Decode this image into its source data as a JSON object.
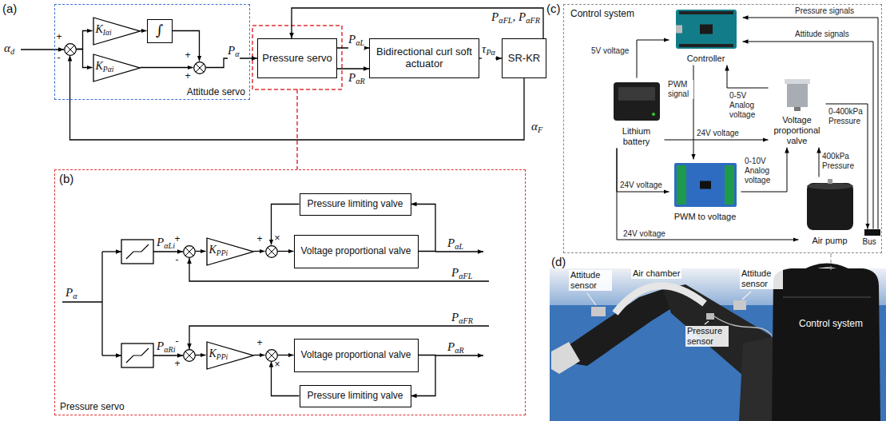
{
  "diagram": {
    "nodes": [
      {
        "text": [
          "Attitude servo"
        ]
      },
      {
        "text": [
          "+",
          "-"
        ],
        "in": 0
      },
      {
        "text": [
          "KIαi"
        ],
        "in": 0
      },
      {
        "text": [
          "∫"
        ],
        "in": 0
      },
      {
        "text": [
          "KPαi"
        ],
        "in": 0
      },
      {
        "text": [
          "+",
          "+"
        ],
        "in": 0
      },
      {
        "text": [
          "Pressure servo"
        ]
      },
      {
        "text": [
          "Bidirectional curl soft actuator"
        ]
      },
      {
        "text": [
          "SR-KR"
        ]
      },
      {
        "text": [
          "Pressure servo"
        ]
      },
      {
        "text": [
          "Pressure limiting valve"
        ],
        "in": 9
      },
      {
        "text": [
          "+",
          "-"
        ],
        "in": 9
      },
      {
        "text": [
          "KPPi"
        ],
        "in": 9
      },
      {
        "text": [
          "×",
          "+"
        ],
        "in": 9
      },
      {
        "text": [
          "Voltage proportional valve"
        ],
        "in": 9
      },
      {
        "text": [
          "-",
          "+"
        ],
        "in": 9
      },
      {
        "text": [
          "KPPi"
        ],
        "in": 9
      },
      {
        "text": [
          "+",
          "×"
        ],
        "in": 9
      },
      {
        "text": [
          "Voltage proportional valve"
        ],
        "in": 9
      },
      {
        "text": [
          "Pressure limiting valve"
        ],
        "in": 9
      },
      {
        "text": [
          "Control system"
        ]
      },
      {
        "text": [
          "Controller"
        ],
        "in": 20
      },
      {
        "text": [
          "Lithium battery"
        ],
        "in": 20
      },
      {
        "text": [
          "PWM to voltage"
        ],
        "in": 20
      },
      {
        "text": [
          "Voltage proportional valve"
        ],
        "in": 20
      },
      {
        "text": [
          "Air pump"
        ],
        "in": 20
      },
      {
        "text": [
          "Bus"
        ],
        "in": 20
      }
    ],
    "edges": [
      {
        "from": 1,
        "to": 2,
        "arrow": "to"
      },
      {
        "from": 1,
        "to": 4,
        "arrow": "to"
      },
      {
        "from": 2,
        "to": 3,
        "arrow": "to"
      },
      {
        "from": 3,
        "to": 5,
        "arrow": "to"
      },
      {
        "from": 4,
        "to": 5,
        "arrow": "to"
      },
      {
        "from": 5,
        "to": 6,
        "label": "Pα",
        "arrow": "to"
      },
      {
        "from": 6,
        "to": 7,
        "label": "PαL",
        "arrow": "to"
      },
      {
        "from": 6,
        "to": 7,
        "label": "PαR",
        "arrow": "to"
      },
      {
        "from": 7,
        "to": 8,
        "label": "τPα",
        "arrow": "to"
      },
      {
        "from": 8,
        "to": 6,
        "label": "PαFL, PαFR",
        "arrow": "to"
      },
      {
        "from": 8,
        "to": 1,
        "label": "αF",
        "arrow": "to"
      },
      {
        "from": 11,
        "to": 12,
        "arrow": "to"
      },
      {
        "from": 12,
        "to": 13,
        "arrow": "to"
      },
      {
        "from": 13,
        "to": 14,
        "arrow": "to"
      },
      {
        "from": 14,
        "to": 10,
        "arrow": "to"
      },
      {
        "from": 10,
        "to": 13,
        "arrow": "to"
      },
      {
        "from": 15,
        "to": 16,
        "arrow": "to"
      },
      {
        "from": 16,
        "to": 17,
        "arrow": "to"
      },
      {
        "from": 17,
        "to": 18,
        "arrow": "to"
      },
      {
        "from": 18,
        "to": 19,
        "arrow": "to"
      },
      {
        "from": 19,
        "to": 17,
        "arrow": "to"
      },
      {
        "from": 22,
        "to": 21,
        "label": "5V voltage",
        "arrow": "to"
      },
      {
        "from": 21,
        "to": 23,
        "label": "PWM signal",
        "arrow": "to"
      },
      {
        "from": 24,
        "to": 21,
        "label": "0-5V Analog voltage",
        "arrow": "to"
      },
      {
        "from": 22,
        "to": 23,
        "label": "24V voltage",
        "arrow": "to"
      },
      {
        "from": 22,
        "to": 24,
        "label": "24V voltage",
        "arrow": "to"
      },
      {
        "from": 22,
        "to": 25,
        "label": "24V voltage",
        "arrow": "to"
      },
      {
        "from": 23,
        "to": 24,
        "label": "0-10V Analog voltage",
        "arrow": "to"
      },
      {
        "from": 25,
        "to": 24,
        "label": "400kPa Pressure",
        "arrow": "to"
      },
      {
        "from": 24,
        "to": 26,
        "label": "0-400kPa Pressure",
        "arrow": "to"
      },
      {
        "from": 26,
        "to": 21,
        "label": "Attitude signals",
        "arrow": "to"
      },
      {
        "from": 26,
        "to": 21,
        "label": "Pressure signals",
        "arrow": "to"
      }
    ],
    "labels": [
      "(a)",
      "αd",
      "(b)",
      "Pα",
      "PαLi",
      "PαRi",
      "PαL",
      "PαFL",
      "PαFR",
      "PαR",
      "(c)",
      "(d)",
      "Attitude sensor",
      "Air chamber",
      "Attitude sensor",
      "Pressure sensor",
      "Control system"
    ]
  }
}
